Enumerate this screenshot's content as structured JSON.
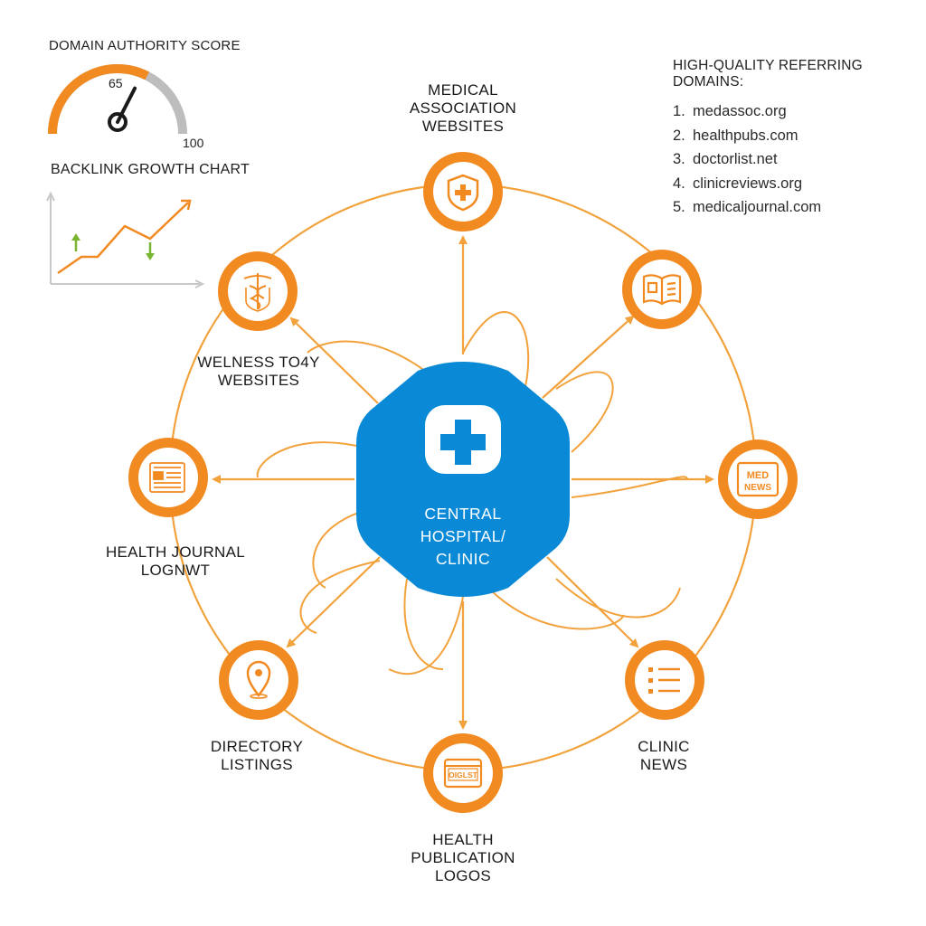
{
  "gauge": {
    "title": "DOMAIN AUTHORITY SCORE",
    "value_label": "65",
    "max_label": "100",
    "value": 65,
    "max": 100
  },
  "growth_chart": {
    "title": "BACKLINK GROWTH CHART"
  },
  "referring_domains": {
    "title": "HIGH-QUALITY REFERRING DOMAINS:",
    "items": [
      {
        "num": "1.",
        "domain": "medassoc.org"
      },
      {
        "num": "2.",
        "domain": "healthpubs.com"
      },
      {
        "num": "3.",
        "domain": "doctorlist.net"
      },
      {
        "num": "4.",
        "domain": "clinicreviews.org"
      },
      {
        "num": "5.",
        "domain": "medicaljournal.com"
      }
    ]
  },
  "center": {
    "line1": "CENTRAL",
    "line2": "HOSPITAL/",
    "line3": "CLINIC",
    "icon": "medical-cross-icon"
  },
  "nodes": {
    "medical_association": {
      "line1": "MEDICAL",
      "line2": "ASSOCIATION",
      "line3": "WEBSITES",
      "icon": "shield-cross-icon"
    },
    "wellness_today": {
      "line1": "WELNESS TO4Y",
      "line2": "WEBSITES",
      "icon": "caduceus-icon"
    },
    "health_journal": {
      "line1": "HEALTH JOURNAL",
      "line2": "LOGNWT",
      "icon": "newspaper-icon"
    },
    "directory_listings": {
      "line1": "DIRECTORY",
      "line2": "LISTINGS",
      "icon": "map-pin-icon"
    },
    "health_publication": {
      "line1": "HEALTH",
      "line2": "PUBLICATION",
      "line3": "LOGOS",
      "icon": "browser-window-icon",
      "icon_text": "OIGLST"
    },
    "clinic_news": {
      "line1": "CLINIC",
      "line2": "NEWS",
      "icon": "list-icon"
    },
    "med_news": {
      "icon": "news-screen-icon",
      "icon_text_1": "MED",
      "icon_text_2": "NEWS"
    },
    "journal_book": {
      "icon": "open-book-icon"
    }
  },
  "colors": {
    "orange": "#f28a22",
    "blue": "#0a8ad6",
    "line": "#f2a23c",
    "green": "#7ab531",
    "gray": "#bdbdbd"
  }
}
